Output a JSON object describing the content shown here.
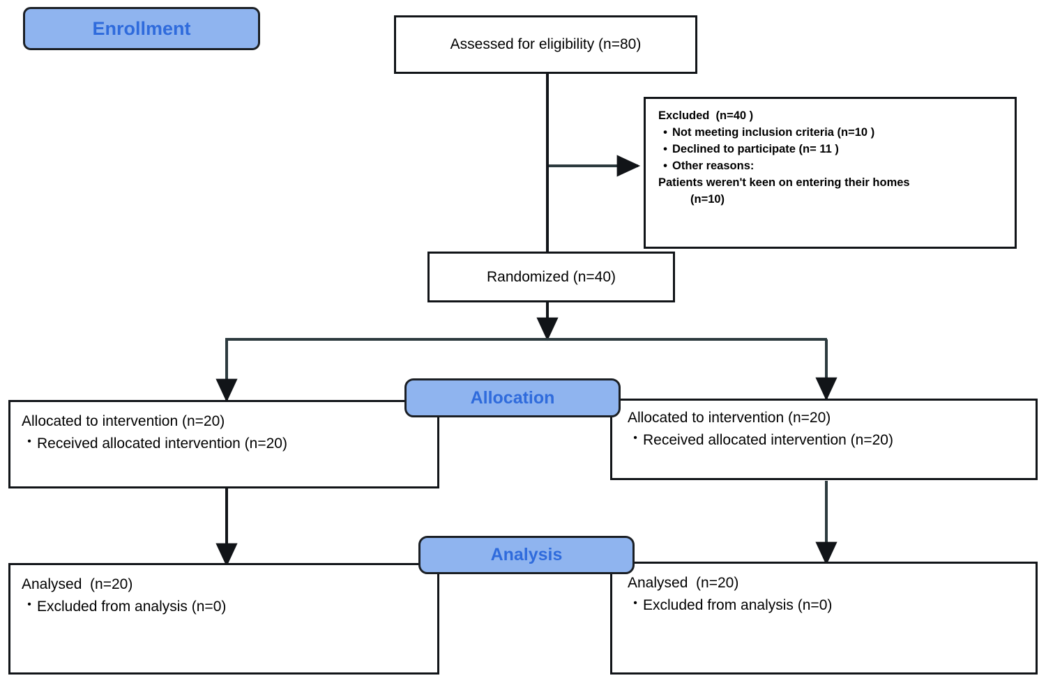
{
  "diagram": {
    "type": "consort-flow-diagram",
    "title": "CONSORT participant flow",
    "accent_color": "#8fb4ef",
    "badge_text_color": "#2f6bdc",
    "line_color": "#111418"
  },
  "stage_badges": [
    {
      "id": "enrollment",
      "label": "Enrollment"
    },
    {
      "id": "allocation",
      "label": "Allocation"
    },
    {
      "id": "analysis",
      "label": "Analysis"
    }
  ],
  "nodes": {
    "assessed": {
      "label": "Assessed for eligibility (n=80)"
    },
    "excluded": {
      "heading": "Excluded  (n=40 )",
      "items": [
        "Not meeting inclusion criteria (n=10 )",
        "Declined to participate (n= 11 )",
        "Other reasons:"
      ],
      "note": "Patients weren't keen on entering their homes",
      "note_count": "(n=10)"
    },
    "randomized": {
      "label": "Randomized (n=40)"
    },
    "allocated_left": {
      "heading": "Allocated to intervention (n=20)",
      "items": [
        "Received allocated intervention (n=20)"
      ]
    },
    "allocated_right": {
      "heading": "Allocated to intervention (n=20)",
      "items": [
        "Received allocated intervention (n=20)"
      ]
    },
    "analysed_left": {
      "heading": "Analysed  (n=20)",
      "items": [
        "Excluded from analysis (n=0)"
      ]
    },
    "analysed_right": {
      "heading": "Analysed  (n=20)",
      "items": [
        "Excluded from analysis (n=0)"
      ]
    }
  },
  "bullet_glyph": "•"
}
